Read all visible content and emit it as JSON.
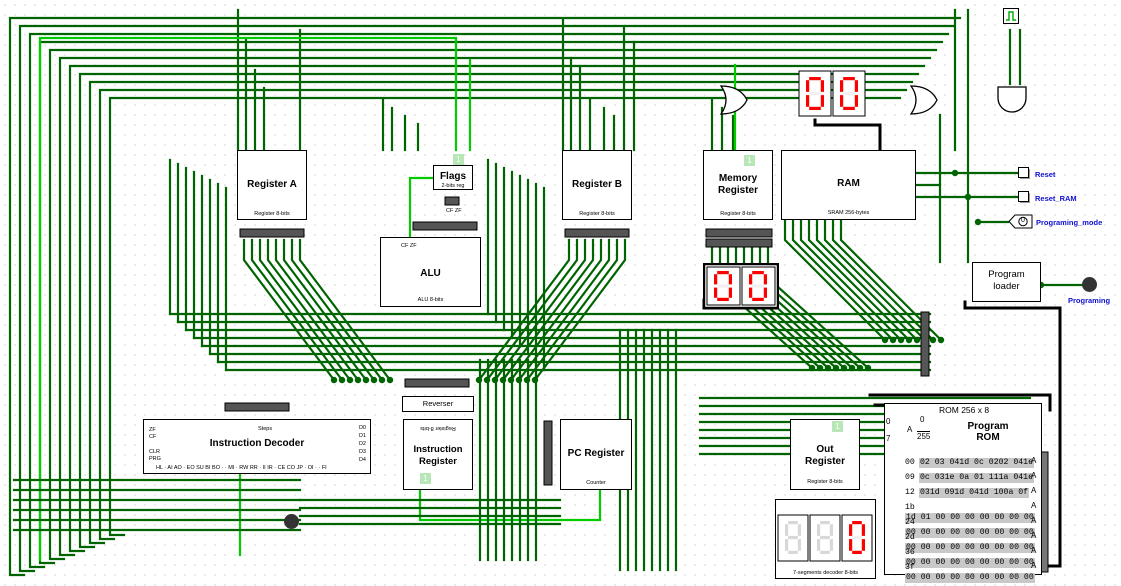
{
  "circuit": {
    "register_a": {
      "title": "Register A",
      "subtitle": "Register 8-bits"
    },
    "register_b": {
      "title": "Register B",
      "subtitle": "Register 8-bits"
    },
    "flags": {
      "title": "Flags",
      "subtitle": "2-bits reg",
      "pins": "CF ZF",
      "value": "1"
    },
    "alu": {
      "title": "ALU",
      "subtitle": "ALU 8-bits",
      "pins": "CF ZF"
    },
    "memory_register": {
      "title_line1": "Memory",
      "title_line2": "Register",
      "subtitle": "Register 8-bits",
      "value": "1"
    },
    "ram": {
      "title": "RAM",
      "subtitle": "SRAM 256-bytes"
    },
    "program_loader": {
      "title_line1": "Program",
      "title_line2": "loader"
    },
    "instruction_decoder": {
      "title": "Instruction Decoder",
      "steps_label": "Steps",
      "inputs": [
        "ZF",
        "CF",
        "CLR",
        "PRG"
      ],
      "outputs": [
        "O0",
        "O1",
        "O2",
        "O3",
        "O4"
      ],
      "bottom_pins": "HL · AI AO · EO SU BI BO · · MI · RW RR · II IR · CE CO JP · OI · · FI"
    },
    "reverser": {
      "title": "Reverser"
    },
    "instruction_register": {
      "title_line1": "Instruction",
      "title_line2": "Register",
      "subtitle": "Register 8-bits",
      "value": "1"
    },
    "pc_register": {
      "title": "PC Register",
      "subtitle": "Counter"
    },
    "out_register": {
      "title_line1": "Out",
      "title_line2": "Register",
      "subtitle": "Register 8-bits",
      "value": "1"
    },
    "seven_seg_decoder": {
      "label": "7-segments decoder 8-bits"
    },
    "rom": {
      "header": "ROM 256 x 8",
      "title_line1": "Program",
      "title_line2": "ROM",
      "addr_range_top": "0",
      "addr_range_bottom": "255",
      "addr_label": "A",
      "bits_top": "0",
      "bits_bottom": "7",
      "rows": [
        {
          "addr": "00",
          "data": "02 03 041d 0c 0202 041e"
        },
        {
          "addr": "09",
          "data": "0c 031e 0a 01 111a 041e"
        },
        {
          "addr": "12",
          "data": "031d 091d 041d 100a 0f"
        },
        {
          "addr": "1b",
          "data": "1d 01 00 00 00 00 00 00 00"
        },
        {
          "addr": "24",
          "data": "00 00 00 00 00 00 00 00 00"
        },
        {
          "addr": "2d",
          "data": "00 00 00 00 00 00 00 00 00"
        },
        {
          "addr": "36",
          "data": "00 00 00 00 00 00 00 00 00"
        },
        {
          "addr": "3f",
          "data": "00 00 00 00 00 00 00 00 00"
        }
      ],
      "row_pin_label": "A"
    },
    "io": {
      "reset": "Reset",
      "reset_ram": "Reset_RAM",
      "programing_mode": "Programing_mode",
      "programing_mode_value": "0",
      "programing": "Programing"
    },
    "displays": {
      "mar_digits": "00",
      "ram_digits": "00",
      "out_digits": "0"
    },
    "colors": {
      "wire_dark": "#006400",
      "wire_bright": "#00cc00",
      "bus_black": "#000000",
      "segment_red": "#ff0000",
      "segment_off": "#d8d8d8"
    }
  }
}
